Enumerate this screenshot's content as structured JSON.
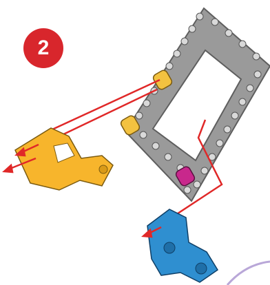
{
  "step": {
    "number": "2",
    "badge_color": "#d8262c"
  },
  "parts": [
    {
      "name": "frame",
      "color": "#9a9a9a"
    },
    {
      "name": "yellow-bracket",
      "color": "#f7b52c"
    },
    {
      "name": "yellow-connector-pegs",
      "color": "#f3c240"
    },
    {
      "name": "magenta-connector-peg",
      "color": "#c8288c"
    },
    {
      "name": "blue-bracket",
      "color": "#2f8fd0"
    }
  ],
  "guide_line_color": "#e02828"
}
